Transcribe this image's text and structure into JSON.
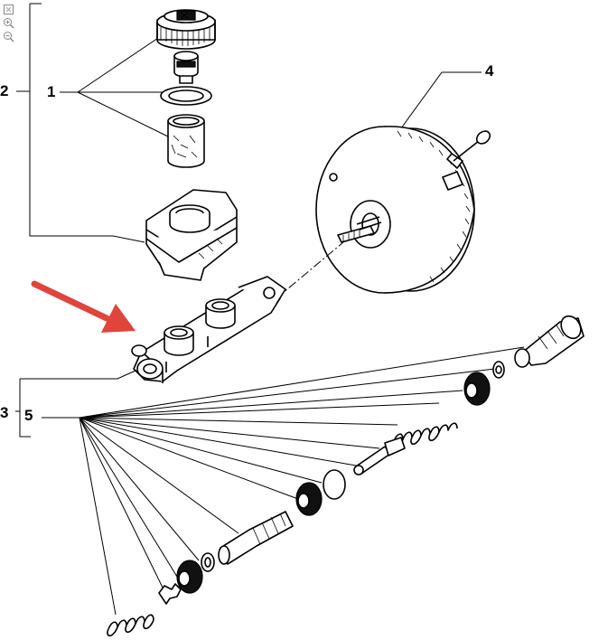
{
  "toolbar": {
    "tools": [
      {
        "name": "fit-page-icon"
      },
      {
        "name": "zoom-in-icon"
      },
      {
        "name": "zoom-out-icon"
      }
    ]
  },
  "callouts": {
    "c1": "1",
    "c2": "2",
    "c3": "3",
    "c4": "4",
    "c5": "5"
  },
  "colors": {
    "arrow": "#e0443a",
    "ink": "#000000",
    "background": "#ffffff"
  }
}
